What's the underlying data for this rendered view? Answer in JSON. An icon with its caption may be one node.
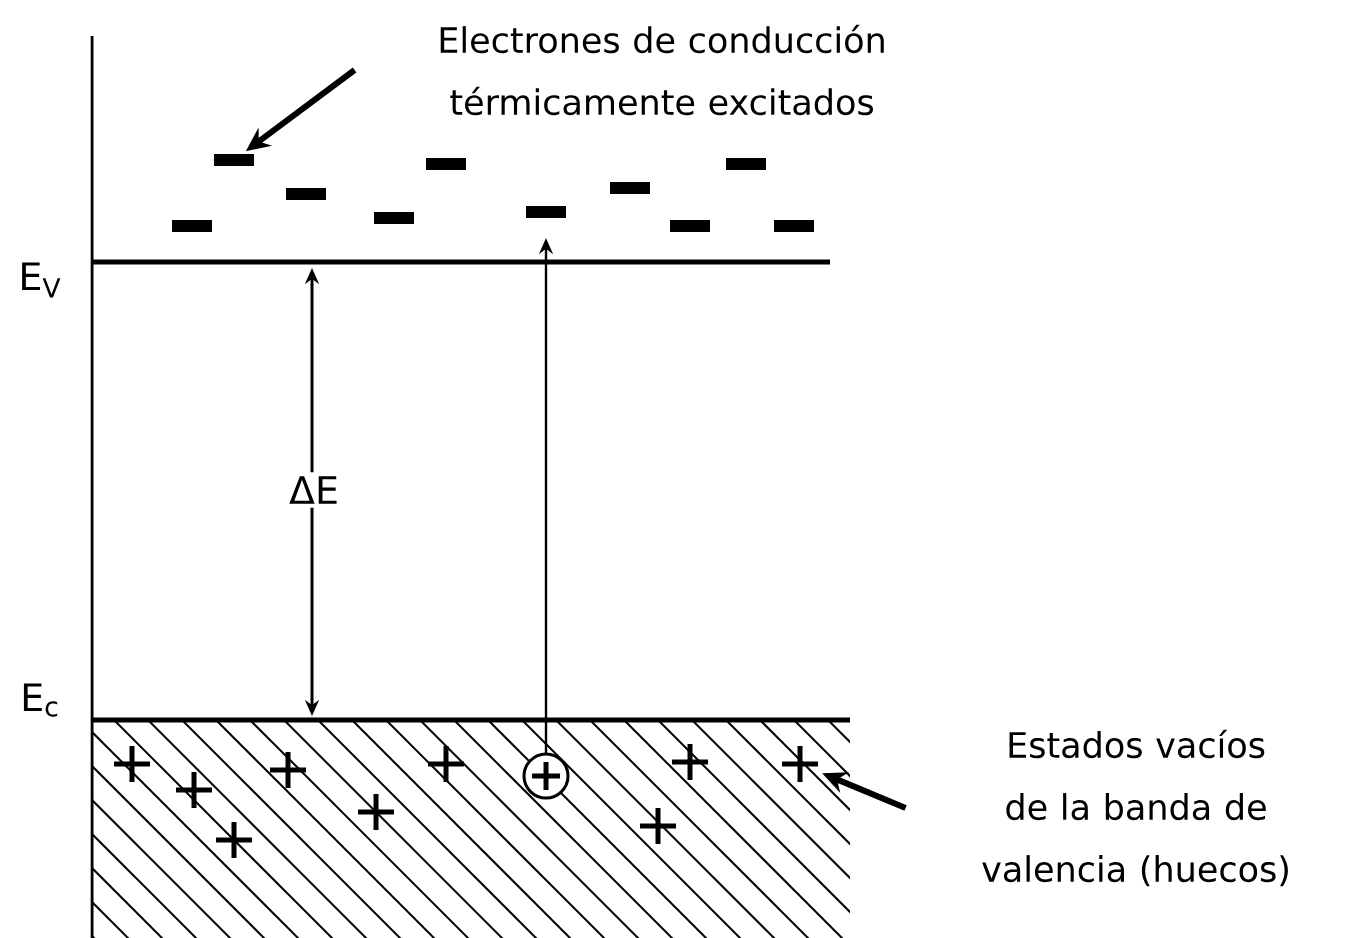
{
  "diagram": {
    "nodes": [
      {
        "text": [
          "Electrones de conducción térmicamente excitados"
        ]
      },
      {
        "text": [],
        "shape": "bar"
      },
      {
        "text": [
          "Estados vacíos de la banda de valencia (huecos)"
        ]
      },
      {
        "text": [],
        "shape": "plus"
      }
    ],
    "edges": [
      {
        "from": 0,
        "to": 1,
        "arrow": "to"
      },
      {
        "from": 2,
        "to": 3,
        "arrow": "to"
      }
    ],
    "labels": [
      "E$_{V}$",
      "ΔE",
      "E$_{c}$"
    ]
  }
}
